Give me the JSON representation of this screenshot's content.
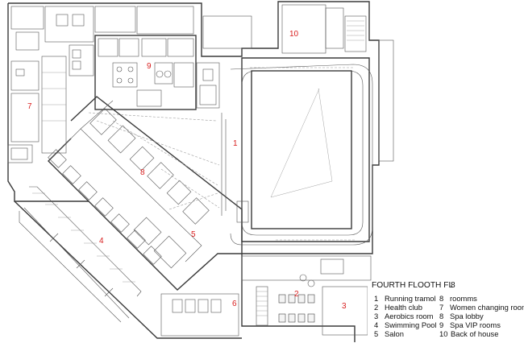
{
  "room_numbers": [
    "1",
    "2",
    "3",
    "4",
    "5",
    "6",
    "7",
    "8",
    "9",
    "10"
  ],
  "legend": {
    "title": "FOURTH FLOOTH FL",
    "title_overlap": "8",
    "items_left": [
      {
        "num": "1",
        "label": "Running tramol"
      },
      {
        "num": "2",
        "label": "Health club"
      },
      {
        "num": "3",
        "label": "Aerobics room"
      },
      {
        "num": "4",
        "label": "Swimming Pool"
      },
      {
        "num": "5",
        "label": "Salon"
      }
    ],
    "items_right": [
      {
        "num": "8",
        "label": "roomms"
      },
      {
        "num": "7",
        "label": "Women changing room"
      },
      {
        "num": "8",
        "label": "Spa lobby"
      },
      {
        "num": "9",
        "label": "Spa VIP rooms"
      },
      {
        "num": "10",
        "label": "Back of house"
      }
    ]
  },
  "colors": {
    "room_number": "#d81e1e",
    "lines": "#3a3a3a",
    "background": "#ffffff"
  }
}
